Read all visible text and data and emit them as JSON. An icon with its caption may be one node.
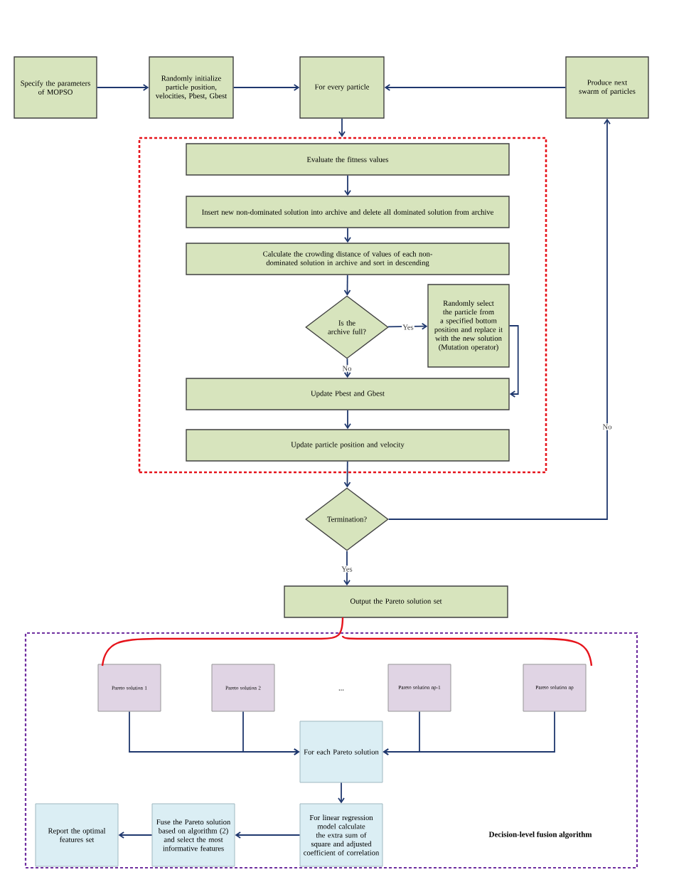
{
  "diagram": {
    "nodes": [
      {
        "text": [
          "Specify the parameters of MOPSO"
        ]
      },
      {
        "text": [
          "Randomly initialize particle position, velocities, Pbest, Gbest"
        ]
      },
      {
        "text": [
          "For every particle"
        ]
      },
      {
        "text": [
          "Produce next swarm of particles"
        ]
      },
      {
        "text": [],
        "shape": "box"
      },
      {
        "text": [
          "Evaluate the fitness values"
        ],
        "in": 4
      },
      {
        "text": [
          "Insert new non-dominated solution into archive and delete all dominated solution from archive"
        ],
        "in": 4
      },
      {
        "text": [
          "Calculate the crowding distance of values of each non-dominated solution in archive and sort in descending"
        ],
        "in": 4
      },
      {
        "text": [
          "Is the archive full?"
        ],
        "in": 4
      },
      {
        "text": [
          "Randomly select the particle from a specified bottom position and replace it with the new solution (Mutation operator)"
        ],
        "in": 4
      },
      {
        "text": [
          "Update Pbest and Gbest"
        ],
        "in": 4
      },
      {
        "text": [
          "Update particle position and velocity"
        ],
        "in": 4
      },
      {
        "text": [
          "Termination?"
        ]
      },
      {
        "text": [
          "Output the Pareto solution set"
        ]
      },
      {
        "text": [
          "Decision-level fusion algorithm"
        ]
      },
      {
        "text": [
          "Pareto solution 1"
        ],
        "in": 14
      },
      {
        "text": [
          "Pareto solution 2"
        ],
        "in": 14
      },
      {
        "text": [
          "Pareto solution np-1"
        ],
        "in": 14
      },
      {
        "text": [
          "Pareto solution np"
        ],
        "in": 14
      },
      {
        "text": [
          "For each Pareto solution"
        ],
        "in": 14
      },
      {
        "text": [
          "For linear regression model calculate the extra sum of square and adjusted coefficient of correlation"
        ],
        "in": 14
      },
      {
        "text": [
          "Fuse the Pareto solution based on algorithm (2) and select the most informative features"
        ],
        "in": 14
      },
      {
        "text": [
          "Report the optimal features set"
        ],
        "in": 14
      }
    ],
    "edges": [
      {
        "from": 0,
        "to": 1,
        "arrow": "to"
      },
      {
        "from": 1,
        "to": 2,
        "arrow": "to"
      },
      {
        "from": 3,
        "to": 2,
        "arrow": "to"
      },
      {
        "from": 2,
        "to": 4,
        "arrow": "to"
      },
      {
        "from": 5,
        "to": 6,
        "arrow": "to"
      },
      {
        "from": 6,
        "to": 7,
        "arrow": "to"
      },
      {
        "from": 7,
        "to": 8,
        "arrow": "to"
      },
      {
        "from": 8,
        "to": 9,
        "arrow": "to",
        "label": "Yes"
      },
      {
        "from": 8,
        "to": 10,
        "arrow": "to",
        "label": "No"
      },
      {
        "from": 9,
        "to": 10,
        "arrow": "to"
      },
      {
        "from": 10,
        "to": 11,
        "arrow": "to"
      },
      {
        "from": 11,
        "to": 12,
        "arrow": "to"
      },
      {
        "from": 12,
        "to": 3,
        "arrow": "to",
        "label": "No"
      },
      {
        "from": 12,
        "to": 13,
        "arrow": "to",
        "label": "Yes"
      },
      {
        "from": 15,
        "to": 19,
        "arrow": "to"
      },
      {
        "from": 16,
        "to": 19,
        "arrow": "to"
      },
      {
        "from": 17,
        "to": 19,
        "arrow": "to"
      },
      {
        "from": 18,
        "to": 19,
        "arrow": "to"
      },
      {
        "from": 19,
        "to": 20,
        "arrow": "to"
      },
      {
        "from": 20,
        "to": 21,
        "arrow": "to"
      },
      {
        "from": 21,
        "to": 22,
        "arrow": "to"
      }
    ],
    "labels": [
      "..."
    ]
  }
}
